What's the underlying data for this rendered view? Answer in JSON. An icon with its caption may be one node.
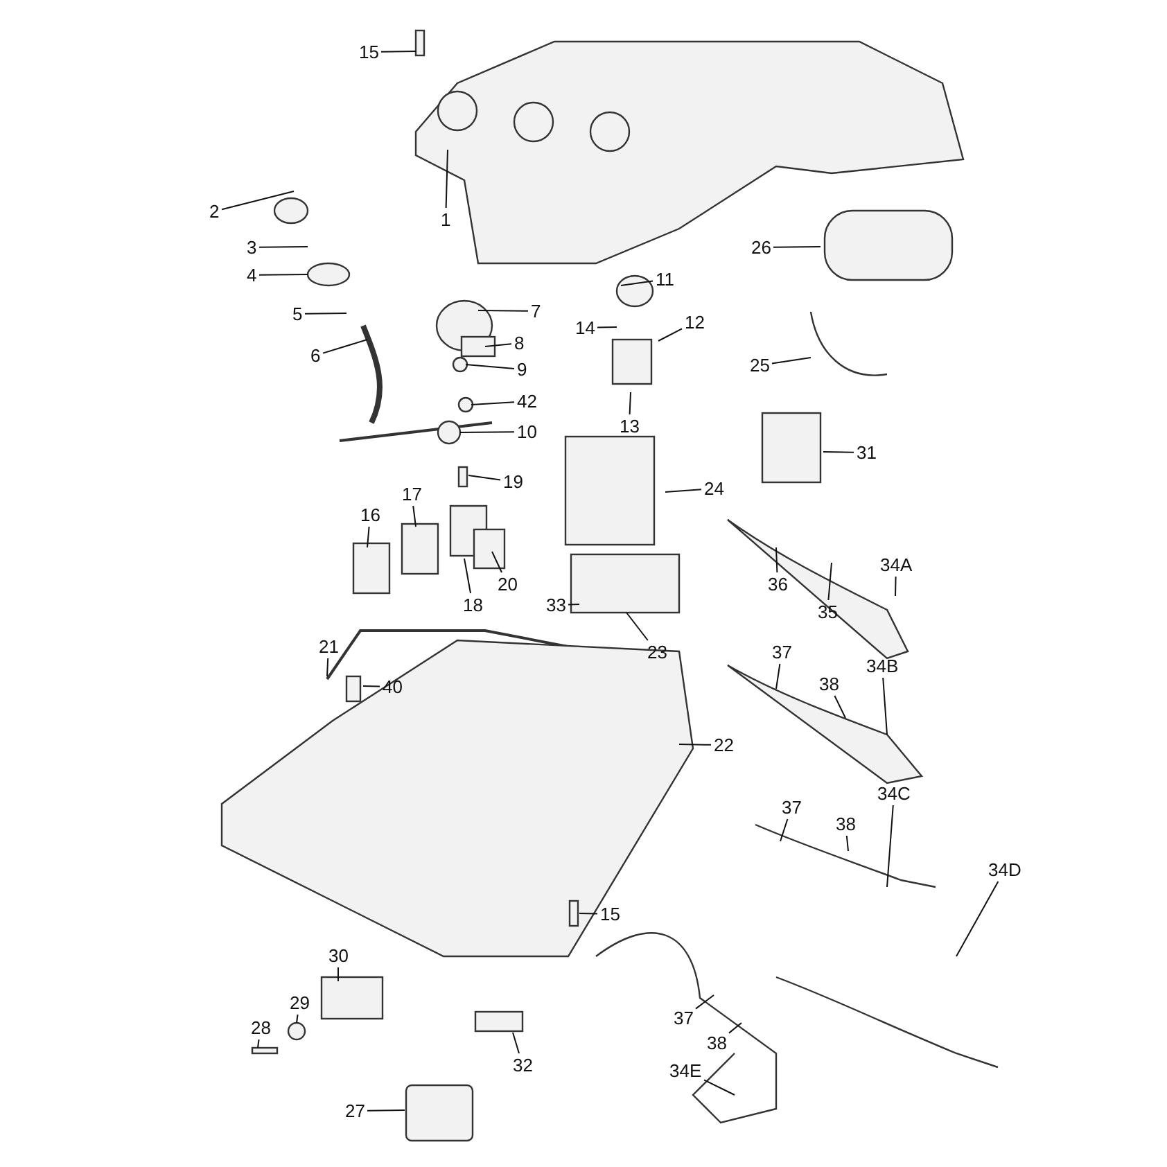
{
  "diagram": {
    "nodes": [
      {
        "text": [
          "15"
        ]
      },
      {
        "text": [
          "1"
        ]
      },
      {
        "text": [
          "2"
        ]
      },
      {
        "text": [
          "3"
        ]
      },
      {
        "text": [
          "4"
        ]
      },
      {
        "text": [
          "5"
        ]
      },
      {
        "text": [
          "6"
        ]
      },
      {
        "text": [
          "7"
        ]
      },
      {
        "text": [
          "26"
        ]
      },
      {
        "text": [
          "8"
        ]
      },
      {
        "text": [
          "11"
        ]
      },
      {
        "text": [
          "12"
        ]
      },
      {
        "text": [
          "14"
        ]
      },
      {
        "text": [
          "9"
        ]
      },
      {
        "text": [
          "42"
        ]
      },
      {
        "text": [
          "10"
        ]
      },
      {
        "text": [
          "25"
        ]
      },
      {
        "text": [
          "13"
        ]
      },
      {
        "text": [
          "31"
        ]
      },
      {
        "text": [
          "19"
        ]
      },
      {
        "text": [
          "24"
        ]
      },
      {
        "text": [
          "17"
        ]
      },
      {
        "text": [
          "16"
        ]
      },
      {
        "text": [
          "34A"
        ]
      },
      {
        "text": [
          "20"
        ]
      },
      {
        "text": [
          "36"
        ]
      },
      {
        "text": [
          "35"
        ]
      },
      {
        "text": [
          "33"
        ]
      },
      {
        "text": [
          "18"
        ]
      },
      {
        "text": [
          "23"
        ]
      },
      {
        "text": [
          "21"
        ]
      },
      {
        "text": [
          "37"
        ]
      },
      {
        "text": [
          "34B"
        ]
      },
      {
        "text": [
          "38"
        ]
      },
      {
        "text": [
          "40"
        ]
      },
      {
        "text": [
          "22"
        ]
      },
      {
        "text": [
          "34C"
        ]
      },
      {
        "text": [
          "37"
        ]
      },
      {
        "text": [
          "38"
        ]
      },
      {
        "text": [
          "34D"
        ]
      },
      {
        "text": [
          "15"
        ]
      },
      {
        "text": [
          "30"
        ]
      },
      {
        "text": [
          "29"
        ]
      },
      {
        "text": [
          "28"
        ]
      },
      {
        "text": [
          "37"
        ]
      },
      {
        "text": [
          "38"
        ]
      },
      {
        "text": [
          "32"
        ]
      },
      {
        "text": [
          "34E"
        ]
      },
      {
        "text": [
          "27"
        ]
      }
    ],
    "edges": [
      {
        "from": 0,
        "to": null,
        "arrow": "none"
      },
      {
        "from": 1,
        "to": null,
        "arrow": "none"
      },
      {
        "from": 2,
        "to": null,
        "arrow": "none"
      },
      {
        "from": 3,
        "to": null,
        "arrow": "none"
      },
      {
        "from": 4,
        "to": null,
        "arrow": "none"
      },
      {
        "from": 5,
        "to": null,
        "arrow": "none"
      },
      {
        "from": 6,
        "to": null,
        "arrow": "none"
      },
      {
        "from": 7,
        "to": null,
        "arrow": "none"
      },
      {
        "from": 8,
        "to": null,
        "arrow": "none"
      },
      {
        "from": 9,
        "to": null,
        "arrow": "none"
      },
      {
        "from": 10,
        "to": null,
        "arrow": "none"
      },
      {
        "from": 11,
        "to": null,
        "arrow": "none"
      },
      {
        "from": 12,
        "to": null,
        "arrow": "none"
      },
      {
        "from": 13,
        "to": null,
        "arrow": "none"
      },
      {
        "from": 14,
        "to": null,
        "arrow": "none"
      },
      {
        "from": 15,
        "to": null,
        "arrow": "none"
      },
      {
        "from": 16,
        "to": null,
        "arrow": "none"
      },
      {
        "from": 17,
        "to": null,
        "arrow": "none"
      },
      {
        "from": 18,
        "to": null,
        "arrow": "none"
      },
      {
        "from": 19,
        "to": null,
        "arrow": "none"
      },
      {
        "from": 20,
        "to": null,
        "arrow": "none"
      },
      {
        "from": 21,
        "to": null,
        "arrow": "none"
      },
      {
        "from": 22,
        "to": null,
        "arrow": "none"
      },
      {
        "from": 23,
        "to": null,
        "arrow": "none"
      },
      {
        "from": 24,
        "to": null,
        "arrow": "none"
      },
      {
        "from": 25,
        "to": null,
        "arrow": "none"
      },
      {
        "from": 26,
        "to": null,
        "arrow": "none"
      },
      {
        "from": 27,
        "to": null,
        "arrow": "none"
      },
      {
        "from": 28,
        "to": null,
        "arrow": "none"
      },
      {
        "from": 29,
        "to": null,
        "arrow": "none"
      },
      {
        "from": 30,
        "to": null,
        "arrow": "none"
      },
      {
        "from": 31,
        "to": null,
        "arrow": "none"
      },
      {
        "from": 32,
        "to": null,
        "arrow": "none"
      },
      {
        "from": 33,
        "to": null,
        "arrow": "none"
      },
      {
        "from": 34,
        "to": null,
        "arrow": "none"
      },
      {
        "from": 35,
        "to": null,
        "arrow": "none"
      },
      {
        "from": 36,
        "to": null,
        "arrow": "none"
      },
      {
        "from": 37,
        "to": null,
        "arrow": "none"
      },
      {
        "from": 38,
        "to": null,
        "arrow": "none"
      },
      {
        "from": 39,
        "to": null,
        "arrow": "none"
      },
      {
        "from": 40,
        "to": null,
        "arrow": "none"
      },
      {
        "from": 41,
        "to": null,
        "arrow": "none"
      },
      {
        "from": 42,
        "to": null,
        "arrow": "none"
      },
      {
        "from": 43,
        "to": null,
        "arrow": "none"
      },
      {
        "from": 44,
        "to": null,
        "arrow": "none"
      },
      {
        "from": 45,
        "to": null,
        "arrow": "none"
      },
      {
        "from": 46,
        "to": null,
        "arrow": "none"
      },
      {
        "from": 47,
        "to": null,
        "arrow": "none"
      },
      {
        "from": 48,
        "to": null,
        "arrow": "none"
      }
    ]
  }
}
